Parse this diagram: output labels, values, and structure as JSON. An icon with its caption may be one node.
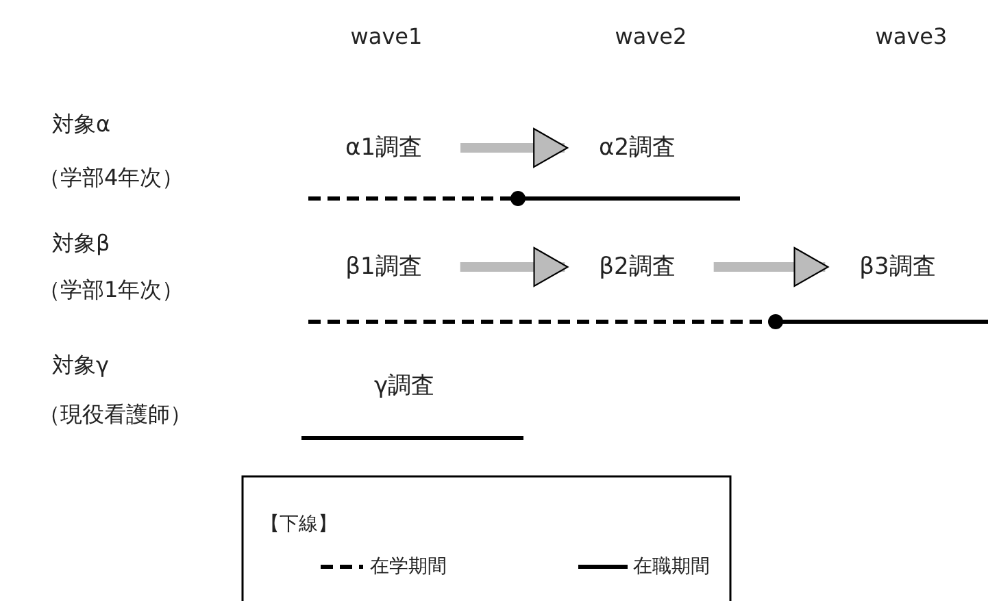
{
  "diagram": {
    "nodes": [
      {
        "text": [
          "α1調査"
        ]
      },
      {
        "text": [
          "α2調査"
        ]
      },
      {
        "text": [
          "β1調査"
        ]
      },
      {
        "text": [
          "β2調査"
        ]
      },
      {
        "text": [
          "β3調査"
        ]
      },
      {
        "text": [
          "γ調査"
        ]
      }
    ],
    "edges": [
      {
        "from": 0,
        "to": 1,
        "arrow": "to"
      },
      {
        "from": 2,
        "to": 3,
        "arrow": "to"
      },
      {
        "from": 3,
        "to": 4,
        "arrow": "to"
      }
    ],
    "labels": [
      "wave1",
      "wave2",
      "wave3",
      "対象α",
      "（学部4年次）",
      "対象β",
      "（学部1年次）",
      "対象γ",
      "（現役看護師）",
      "【下線】"
    ],
    "legend": [
      {
        "text": "在学期間"
      },
      {
        "text": "在職期間"
      }
    ]
  }
}
